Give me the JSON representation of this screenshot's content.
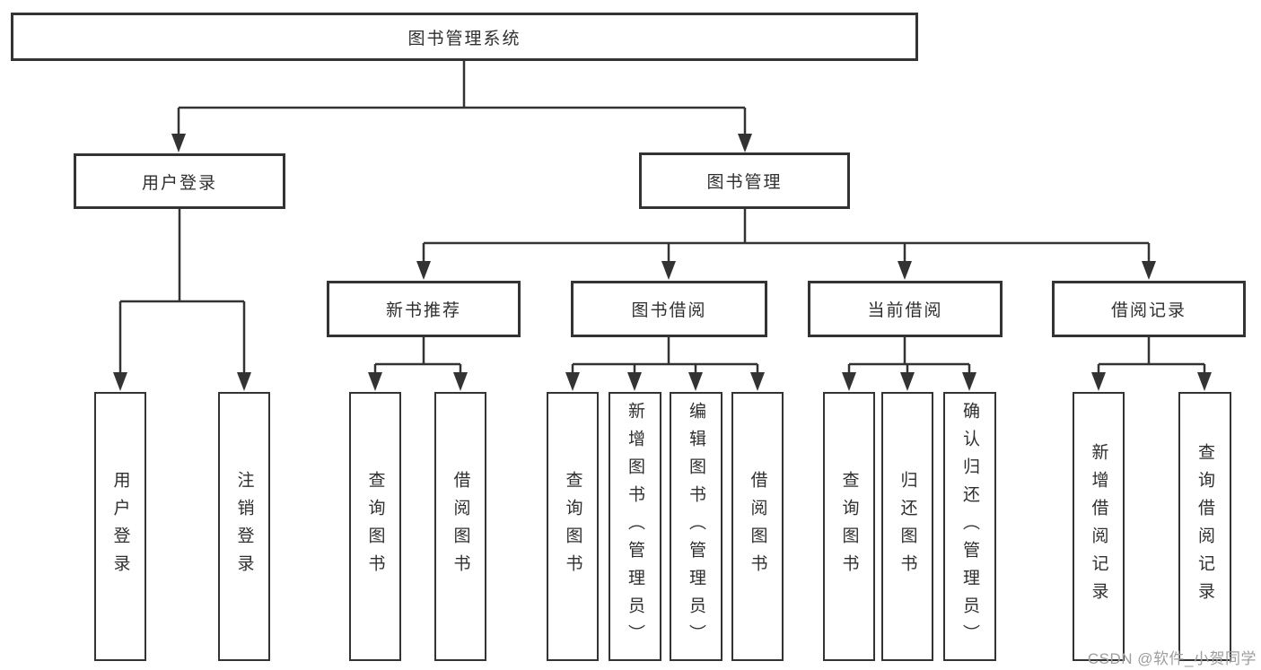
{
  "tree": {
    "label": "图书管理系统",
    "children": [
      {
        "label": "用户登录",
        "children": [
          {
            "label": "用户登录"
          },
          {
            "label": "注销登录"
          }
        ]
      },
      {
        "label": "图书管理",
        "children": [
          {
            "label": "新书推荐",
            "children": [
              {
                "label": "查询图书"
              },
              {
                "label": "借阅图书"
              }
            ]
          },
          {
            "label": "图书借阅",
            "children": [
              {
                "label": "查询图书"
              },
              {
                "label": "新增图书（管理员）"
              },
              {
                "label": "编辑图书（管理员）"
              },
              {
                "label": "借阅图书"
              }
            ]
          },
          {
            "label": "当前借阅",
            "children": [
              {
                "label": "查询图书"
              },
              {
                "label": "归还图书"
              },
              {
                "label": "确认归还（管理员）"
              }
            ]
          },
          {
            "label": "借阅记录",
            "children": [
              {
                "label": "新增借阅记录"
              },
              {
                "label": "查询借阅记录"
              }
            ]
          }
        ]
      }
    ]
  },
  "watermark": {
    "text": "CSDN @软件_小贺同学"
  },
  "colors": {
    "line": "#333333",
    "text": "#2f2f2f",
    "watermark": "#9e9e9e",
    "background": "#ffffff"
  }
}
